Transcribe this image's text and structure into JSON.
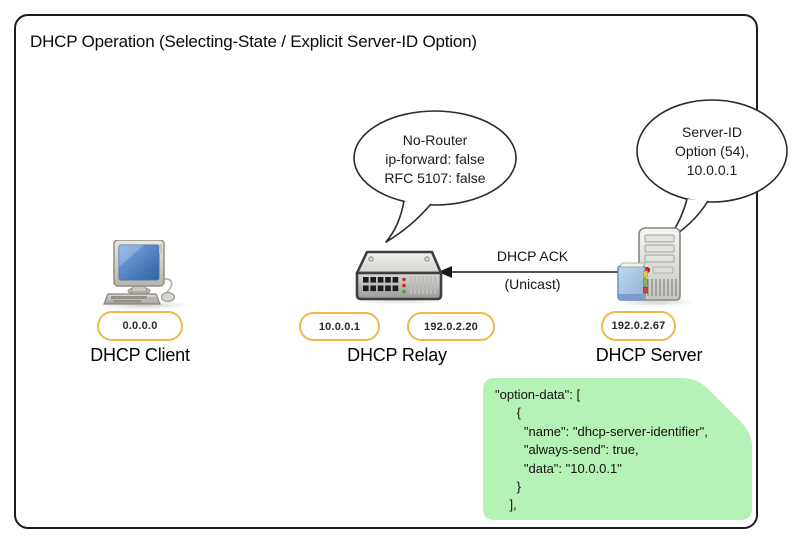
{
  "title": "DHCP Operation (Selecting-State / Explicit Server-ID Option)",
  "nodes": {
    "client": {
      "label": "DHCP Client",
      "ip": "0.0.0.0",
      "icon": "desktop-computer-icon"
    },
    "relay": {
      "label": "DHCP Relay",
      "ip_left": "10.0.0.1",
      "ip_right": "192.0.2.20",
      "icon": "router-icon"
    },
    "server": {
      "label": "DHCP Server",
      "ip": "192.0.2.67",
      "icon": "server-tower-icon"
    }
  },
  "bubbles": {
    "relay_note": {
      "lines": [
        "No-Router",
        "ip-forward: false",
        "RFC 5107: false"
      ]
    },
    "server_note": {
      "lines": [
        "Server-ID",
        "Option (54),",
        "10.0.0.1"
      ]
    }
  },
  "message": {
    "label": "DHCP ACK",
    "sublabel": "(Unicast)",
    "direction": "server-to-relay"
  },
  "config_snippet": {
    "text": "\"option-data\": [\n      {\n        \"name\": \"dhcp-server-identifier\",\n        \"always-send\": true,\n        \"data\": \"10.0.0.1\"\n      }\n    ],"
  },
  "colors": {
    "badge_border": "#F2B74B",
    "snippet_bg": "#B5F2B5",
    "outline": "#1C1C1C",
    "led_red": "#CC2222",
    "led_green": "#3FA832"
  }
}
